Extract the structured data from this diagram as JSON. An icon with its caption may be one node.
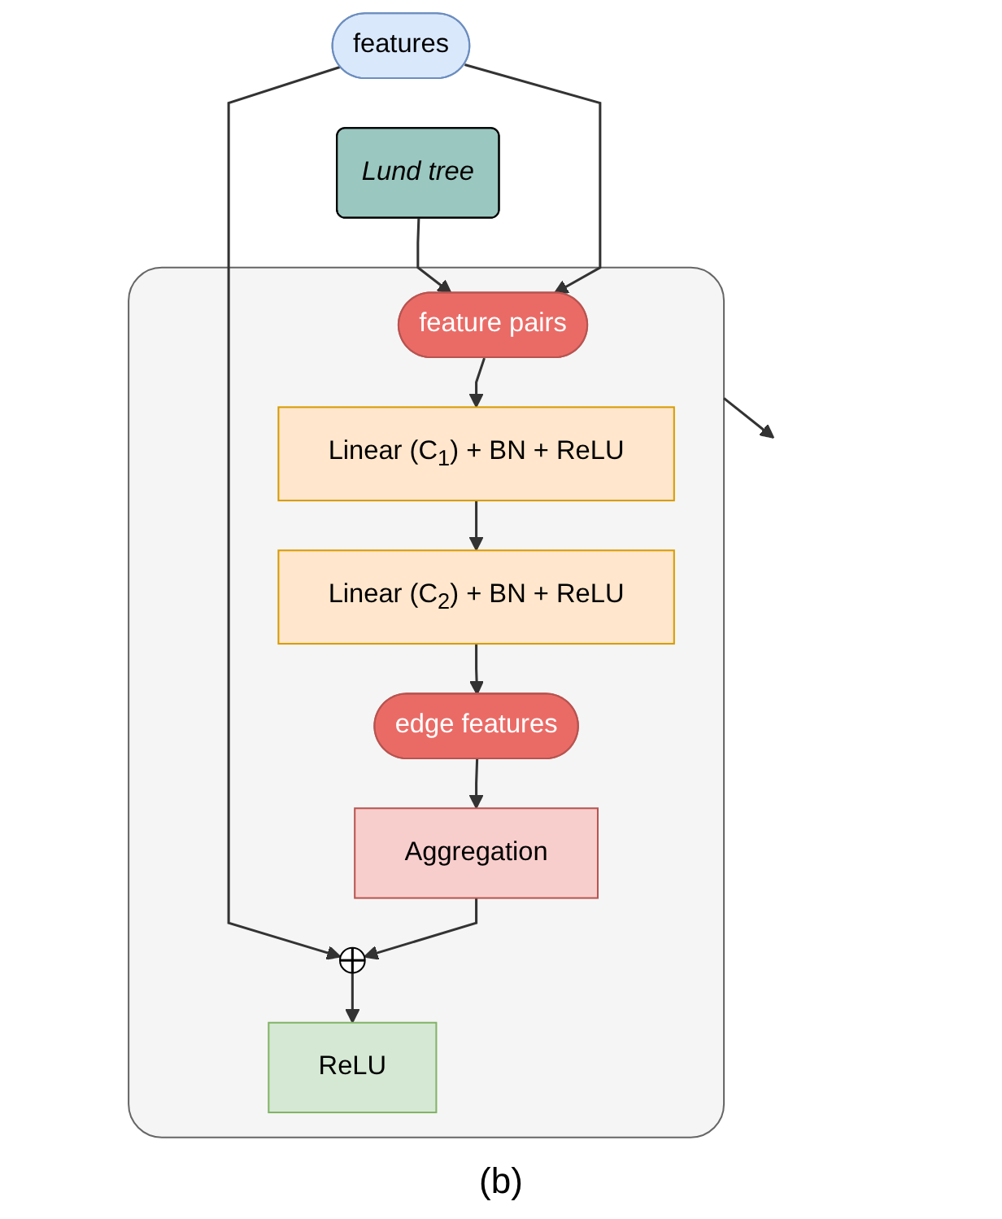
{
  "diagram": {
    "caption": "(b)",
    "nodes": [
      {
        "text": [
          "features"
        ]
      },
      {
        "text": [
          "Lund tree"
        ]
      },
      {
        "text": [],
        "shape": "box"
      },
      {
        "text": [
          "feature pairs"
        ],
        "in": 2
      },
      {
        "text": [
          "Linear (C$_{1}$) + BN + ReLU"
        ],
        "in": 2
      },
      {
        "text": [
          "Linear (C$_{2}$) + BN + ReLU"
        ],
        "in": 2
      },
      {
        "text": [
          "edge features"
        ],
        "in": 2
      },
      {
        "text": [
          "Aggregation"
        ],
        "in": 2
      },
      {
        "text": [],
        "shape": "circle",
        "in": 2
      },
      {
        "text": [
          "ReLU"
        ],
        "in": 2
      }
    ],
    "edges": [
      {
        "from": 0,
        "to": 3,
        "arrow": "to"
      },
      {
        "from": 1,
        "to": 3,
        "arrow": "to"
      },
      {
        "from": 3,
        "to": 4,
        "arrow": "to"
      },
      {
        "from": 4,
        "to": 5,
        "arrow": "to"
      },
      {
        "from": 5,
        "to": 6,
        "arrow": "to"
      },
      {
        "from": 6,
        "to": 7,
        "arrow": "to"
      },
      {
        "from": 7,
        "to": 8,
        "arrow": "to"
      },
      {
        "from": 0,
        "to": 8,
        "arrow": "to"
      },
      {
        "from": 8,
        "to": 9,
        "arrow": "to"
      },
      {
        "from": 2,
        "to": null,
        "arrow": "to"
      }
    ]
  }
}
